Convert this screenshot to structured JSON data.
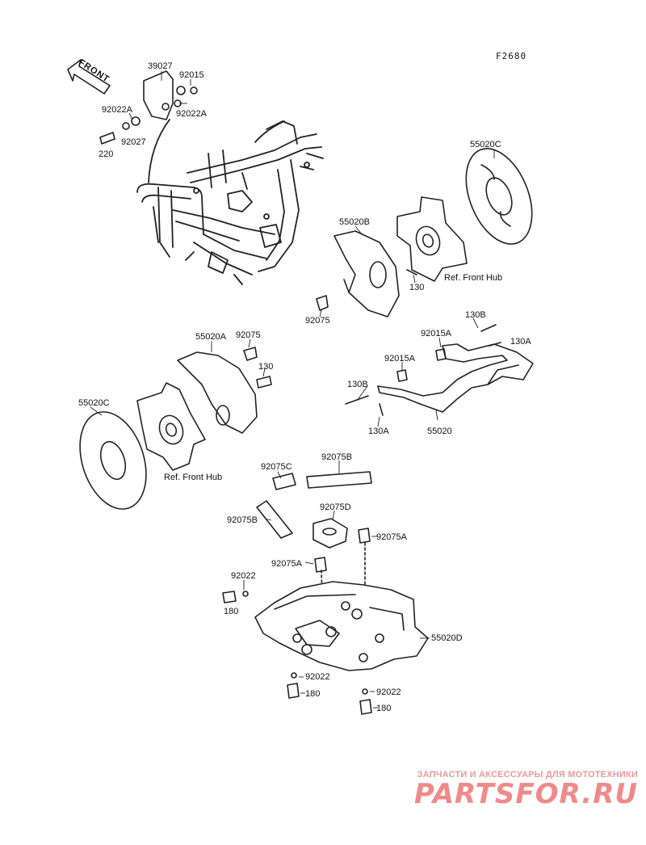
{
  "figure_code": "F2680",
  "front_label": "FRONT",
  "parts": {
    "p39027": "39027",
    "p92015": "92015",
    "p92022A_a": "92022A",
    "p92022A_b": "92022A",
    "p92027": "92027",
    "p220": "220",
    "p55020C_top": "55020C",
    "p55020B": "55020B",
    "p130_top": "130",
    "p92075_top": "92075",
    "ref_front_hub_top": "Ref. Front Hub",
    "p55020A": "55020A",
    "p92075_mid": "92075",
    "p130_mid": "130",
    "p55020C_left": "55020C",
    "ref_front_hub_left": "Ref. Front Hub",
    "p130B_a": "130B",
    "p92015A_a": "92015A",
    "p130A_a": "130A",
    "p92015A_b": "92015A",
    "p130B_b": "130B",
    "p130A_b": "130A",
    "p55020": "55020",
    "p92075C": "92075C",
    "p92075B_a": "92075B",
    "p92075B_b": "92075B",
    "p92075D": "92075D",
    "p92075A_a": "92075A",
    "p92075A_b": "92075A",
    "p92022_a": "92022",
    "p180_a": "180",
    "p55020D": "55020D",
    "p92022_b": "92022",
    "p180_b": "180",
    "p92022_c": "92022",
    "p180_c": "180"
  },
  "watermark": {
    "caption": "ЗАПЧАСТИ И АКСЕССУАРЫ ДЛЯ МОТОТЕХНИКИ",
    "brand": "PARTSFOR.RU"
  }
}
